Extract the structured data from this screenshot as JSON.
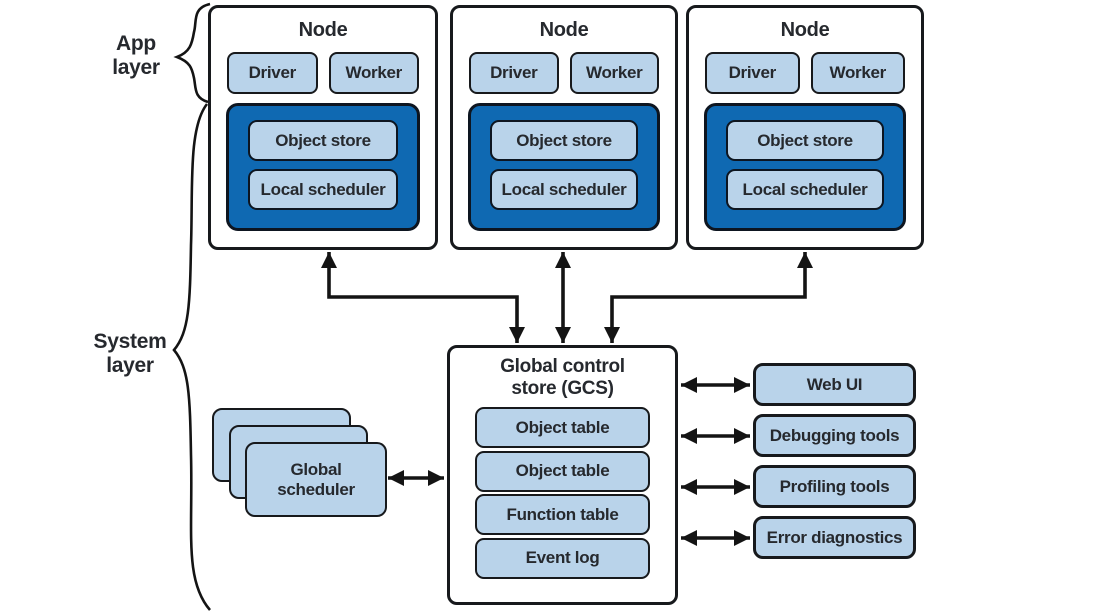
{
  "labels": {
    "app_layer": "App\nlayer",
    "system_layer": "System\nlayer"
  },
  "nodes": [
    {
      "title": "Node",
      "driver": "Driver",
      "worker": "Worker",
      "object_store": "Object store",
      "local_scheduler": "Local scheduler"
    },
    {
      "title": "Node",
      "driver": "Driver",
      "worker": "Worker",
      "object_store": "Object store",
      "local_scheduler": "Local scheduler"
    },
    {
      "title": "Node",
      "driver": "Driver",
      "worker": "Worker",
      "object_store": "Object store",
      "local_scheduler": "Local scheduler"
    }
  ],
  "gcs": {
    "title": "Global control\nstore (GCS)",
    "rows": [
      "Object table",
      "Object table",
      "Function table",
      "Event log"
    ]
  },
  "global_scheduler": {
    "label": "Global\nscheduler"
  },
  "tools": [
    {
      "label": "Web UI"
    },
    {
      "label": "Debugging tools"
    },
    {
      "label": "Profiling tools"
    },
    {
      "label": "Error diagnostics"
    }
  ],
  "colors": {
    "light-blue": "#b9d3ea",
    "dark-blue": "#0f69b2",
    "outline": "#17191c",
    "store-outline": "#0d1520",
    "text": "#26292e",
    "arrow": "#141414"
  }
}
